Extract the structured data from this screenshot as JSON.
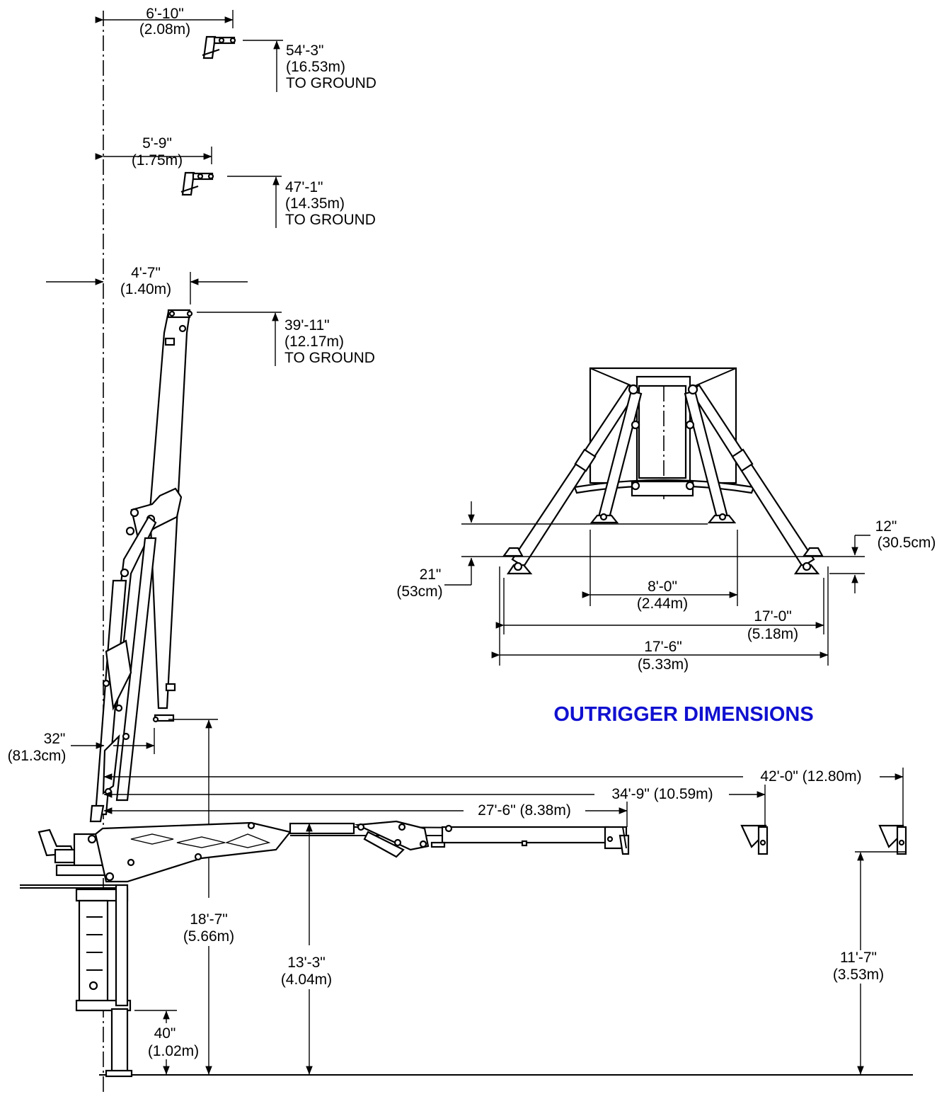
{
  "title": "OUTRIGGER DIMENSIONS",
  "colors": {
    "title": "#1010d0",
    "lines": "#000000",
    "background": "#ffffff"
  },
  "reach": {
    "r1": {
      "horizontal": "6'-10\"",
      "horizontal_m": "(2.08m)",
      "height": "54'-3\"",
      "height_m": "(16.53m)",
      "note": "TO GROUND"
    },
    "r2": {
      "horizontal": "5'-9\"",
      "horizontal_m": "(1.75m)",
      "height": "47'-1\"",
      "height_m": "(14.35m)",
      "note": "TO GROUND"
    },
    "r3": {
      "horizontal": "4'-7\"",
      "horizontal_m": "(1.40m)",
      "height": "39'-11\"",
      "height_m": "(12.17m)",
      "note": "TO GROUND"
    }
  },
  "outrigger": {
    "raise": "12\"",
    "raise_m": "(30.5cm)",
    "depth": "21\"",
    "depth_m": "(53cm)",
    "inner": "8'-0\"",
    "inner_m": "(2.44m)",
    "mid": "17'-0\"",
    "mid_m": "(5.18m)",
    "outer": "17'-6\"",
    "outer_m": "(5.33m)"
  },
  "side": {
    "offset": "32\"",
    "offset_m": "(81.3cm)",
    "reach1": "42'-0\" (12.80m)",
    "reach2": "34'-9\" (10.59m)",
    "reach3": "27'-6\" (8.38m)",
    "h1": "18'-7\"",
    "h1_m": "(5.66m)",
    "h2": "13'-3\"",
    "h2_m": "(4.04m)",
    "h3": "11'-7\"",
    "h3_m": "(3.53m)",
    "h4": "40\"",
    "h4_m": "(1.02m)"
  }
}
